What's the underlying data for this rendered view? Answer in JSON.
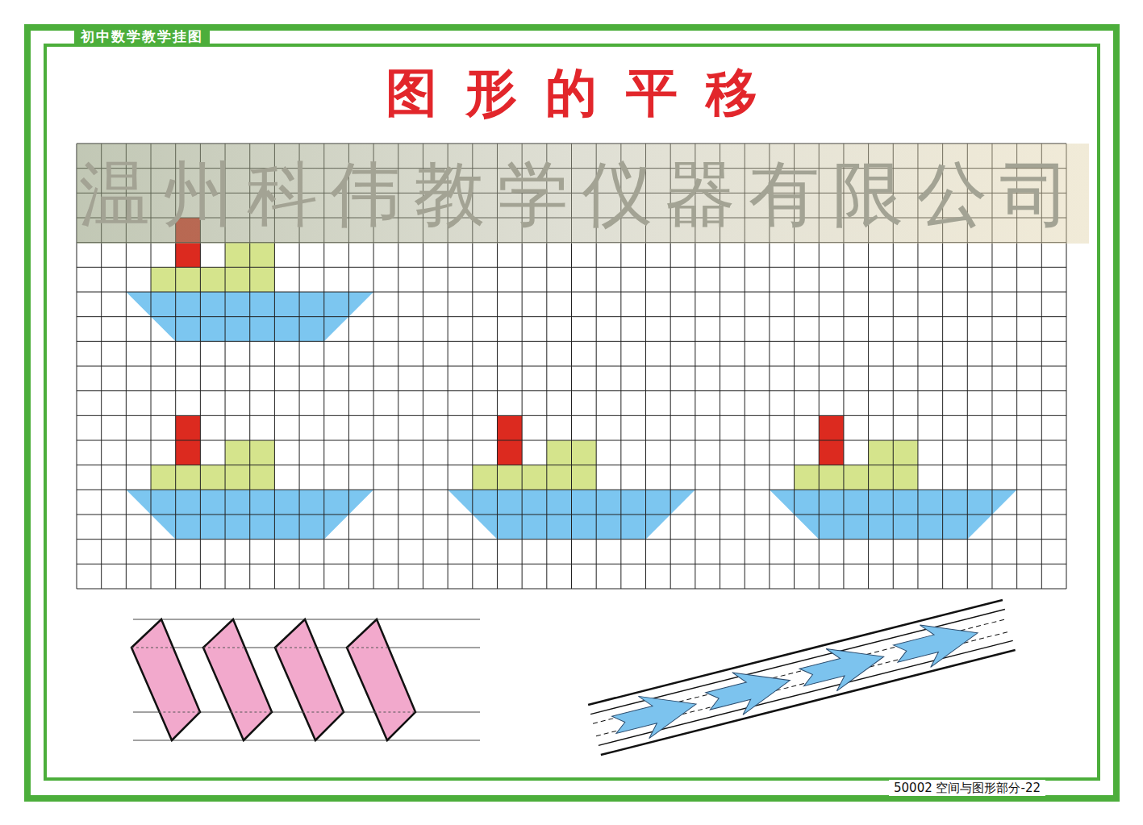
{
  "diagram": {
    "title": "图形的平移",
    "labels": [
      "初中数学教学挂图",
      "温州科伟教学仪器有限公司",
      "50002 空间与图形部分-22"
    ]
  }
}
